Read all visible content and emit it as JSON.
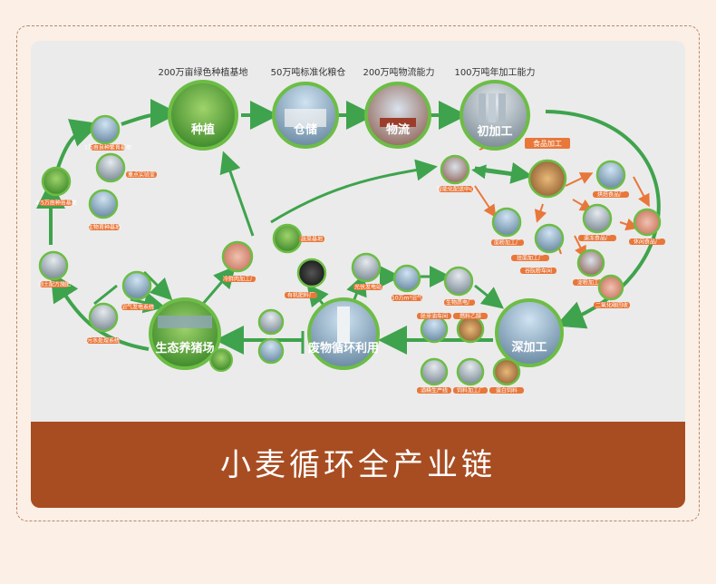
{
  "banner_title": "小麦循环全产业链",
  "top_labels": {
    "planting": "200万亩绿色种植基地",
    "storage": "50万吨标准化粮仓",
    "logistics": "200万吨物流能力",
    "processing": "100万吨年加工能力"
  },
  "main_nodes": {
    "planting": "种植",
    "storage": "仓储",
    "logistics": "物流",
    "primary": "初加工",
    "deep": "深加工",
    "waste": "废物循环利用",
    "farm": "生态养猪场"
  },
  "tags": {
    "food_processing": "食品加工"
  },
  "small_labels": {
    "breeding_base": "1万亩良种繁育基地",
    "lab": "重点实验室",
    "bio_seed": "生物育种基地",
    "seed_company": "4.5万亩种苗基地",
    "clean_field": "测土配方施肥",
    "sewage": "污水处理系统",
    "biogas": "沼气发电系统",
    "meat": "冷鲜肉加工厂",
    "greenhouse": "蔬菜基地",
    "fertilizer": "有机肥料厂",
    "solar": "光伏发电站",
    "biogas2": "10万m³沼气",
    "power": "生物质电厂",
    "smart_center": "智能化配送中心",
    "flour": "面粉加工厂",
    "noodle": "挂面加工厂",
    "bread": "烘焙食品厂",
    "frozen": "速冻食品厂",
    "snack": "休闲食品厂",
    "starch": "淀粉加工厂",
    "gluten": "谷朊粉车间",
    "alcohol": "酒精生产线",
    "feed": "饲料加工厂",
    "oil": "胚芽油车间",
    "ethanol": "燃料乙醇",
    "protein": "蛋白饲料",
    "co2": "二氧化碳回收"
  },
  "colors": {
    "arrow_green": "#3fa34d",
    "arrow_orange": "#e8773a",
    "ring_green": "#6cbd45",
    "banner": "#a84d22",
    "pill_orange": "#e8773a"
  }
}
